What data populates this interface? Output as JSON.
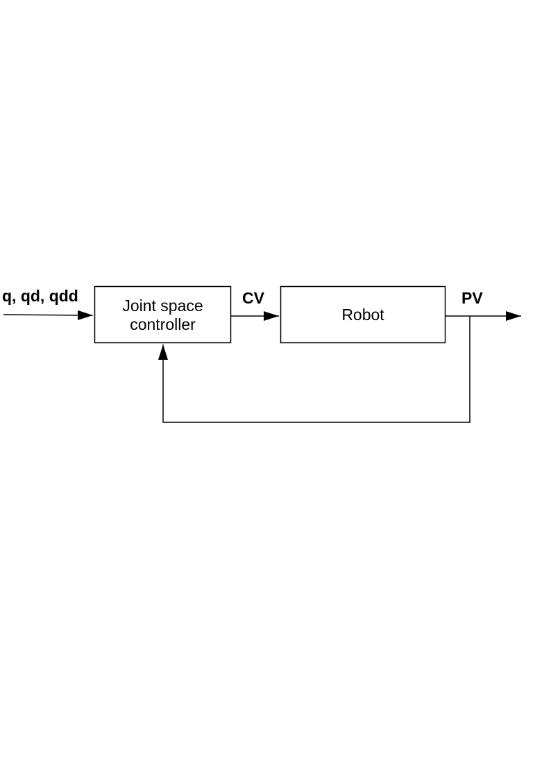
{
  "blocks": {
    "controller": {
      "line1": "Joint space",
      "line2": "controller"
    },
    "robot": {
      "label": "Robot"
    }
  },
  "signals": {
    "input": "q, qd, qdd",
    "control": "CV",
    "output": "PV"
  },
  "colors": {
    "stroke": "#000000",
    "background": "#ffffff"
  }
}
